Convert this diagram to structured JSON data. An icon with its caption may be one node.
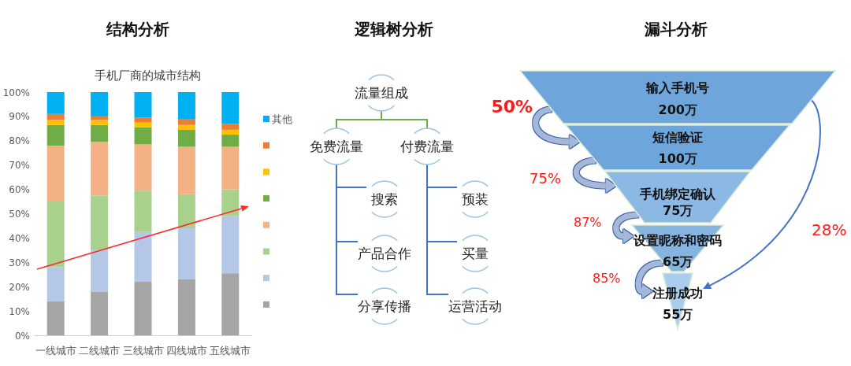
{
  "diagram": {
    "nodes": [
      {
        "text": [
          "流量组成"
        ]
      },
      {
        "text": [
          "免费流量"
        ]
      },
      {
        "text": [
          "付费流量"
        ]
      },
      {
        "text": [
          "搜索"
        ]
      },
      {
        "text": [
          "产品合作"
        ]
      },
      {
        "text": [
          "分享传播"
        ]
      },
      {
        "text": [
          "预装"
        ]
      },
      {
        "text": [
          "买量"
        ]
      },
      {
        "text": [
          "运营活动"
        ]
      },
      {
        "text": [
          "输入手机号",
          "200万"
        ]
      },
      {
        "text": [
          "短信验证",
          "100万"
        ]
      },
      {
        "text": [
          "手机绑定确认",
          "75万"
        ]
      },
      {
        "text": [
          "设置昵称和密码",
          "65万"
        ]
      },
      {
        "text": [
          "注册成功",
          "55万"
        ]
      }
    ],
    "edges": [
      {
        "from": 0,
        "to": 1,
        "arrow": "none",
        "color": "#70ad47"
      },
      {
        "from": 0,
        "to": 2,
        "arrow": "none",
        "color": "#70ad47"
      },
      {
        "from": 1,
        "to": 3,
        "arrow": "none"
      },
      {
        "from": 1,
        "to": 4,
        "arrow": "none"
      },
      {
        "from": 1,
        "to": 5,
        "arrow": "none"
      },
      {
        "from": 2,
        "to": 6,
        "arrow": "none"
      },
      {
        "from": 2,
        "to": 7,
        "arrow": "none"
      },
      {
        "from": 2,
        "to": 8,
        "arrow": "none"
      },
      {
        "from": 9,
        "to": 10,
        "arrow": "to",
        "label": "50%",
        "style": "thick",
        "color": "#a5b8da"
      },
      {
        "from": 10,
        "to": 11,
        "arrow": "to",
        "label": "75%",
        "style": "thick",
        "color": "#a5b8da"
      },
      {
        "from": 11,
        "to": 12,
        "arrow": "to",
        "label": "87%",
        "style": "thick",
        "color": "#a5b8da"
      },
      {
        "from": 12,
        "to": 13,
        "arrow": "to",
        "label": "85%",
        "style": "thick",
        "color": "#a5b8da"
      },
      {
        "from": 9,
        "to": 13,
        "arrow": "to",
        "label": "28%"
      }
    ],
    "labels": [
      "结构分析",
      "逻辑树分析",
      "漏斗分析"
    ],
    "chart_data": {
      "type": "bar",
      "title": "手机厂商的城市结构",
      "categories": [
        "一线城市",
        "二线城市",
        "三线城市",
        "四线城市",
        "五线城市"
      ],
      "stacked": true,
      "ylim": [
        0,
        100
      ],
      "yticks": [
        {
          "value": 0,
          "label": "0%"
        },
        {
          "value": 10,
          "label": "10%"
        },
        {
          "value": 20,
          "label": "20%"
        },
        {
          "value": 30,
          "label": "30%"
        },
        {
          "value": 40,
          "label": "40%"
        },
        {
          "value": 50,
          "label": "50%"
        },
        {
          "value": 60,
          "label": "60%"
        },
        {
          "value": 70,
          "label": "70%"
        },
        {
          "value": 80,
          "label": "80%"
        },
        {
          "value": 90,
          "label": "90%"
        },
        {
          "value": 100,
          "label": "100%"
        }
      ],
      "series": [
        {
          "color": "#a5a5a5",
          "values": [
            14,
            18,
            22,
            23,
            25.5
          ]
        },
        {
          "color": "#b4c7e7",
          "values": [
            14,
            17,
            20.5,
            21,
            23.5
          ]
        },
        {
          "color": "#a9d18e",
          "values": [
            27,
            22.5,
            17,
            14,
            11
          ]
        },
        {
          "color": "#f4b183",
          "values": [
            23,
            22,
            19,
            19.5,
            17.5
          ]
        },
        {
          "color": "#70ad47",
          "values": [
            8.5,
            7,
            7,
            7,
            5
          ]
        },
        {
          "color": "#ffc000",
          "values": [
            2,
            2,
            2,
            2,
            2
          ]
        },
        {
          "color": "#ed7d31",
          "values": [
            2.5,
            1.5,
            2,
            2.5,
            2.5
          ]
        },
        {
          "name": "其他",
          "color": "#00b0f0",
          "values": [
            9,
            10,
            10.5,
            11,
            13
          ]
        }
      ]
    }
  }
}
